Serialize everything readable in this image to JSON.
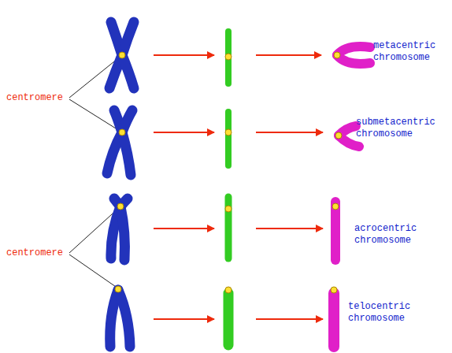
{
  "diagram": {
    "labels": [
      "metacentric chromosome",
      "centromere",
      "submetacentric chromosome",
      "acrocentric chromosome",
      "centromere",
      "telocentric chromosome"
    ]
  }
}
